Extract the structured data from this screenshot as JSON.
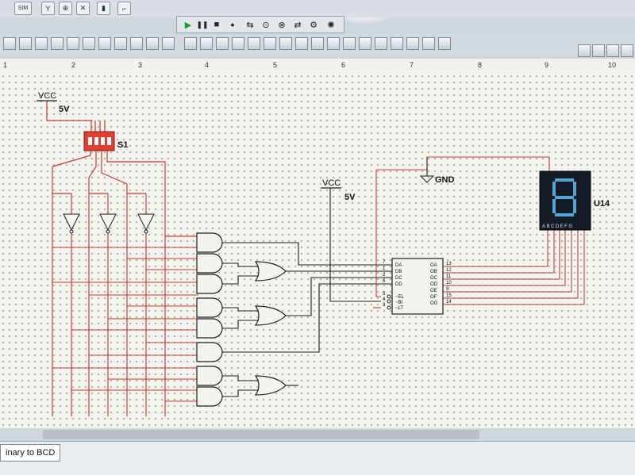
{
  "toolbar": {
    "buttons": [
      "SIM",
      "",
      "",
      "",
      "",
      "",
      ""
    ]
  },
  "simulation": {
    "run": "▶",
    "pause": "❚❚",
    "stop": "■",
    "record": "●"
  },
  "ruler": {
    "marks": [
      "1",
      "2",
      "3",
      "4",
      "5",
      "6",
      "7",
      "8",
      "9",
      "10"
    ]
  },
  "schematic": {
    "vcc1": "VCC",
    "v1": "5V",
    "switch": "S1",
    "vcc2": "VCC",
    "v2": "5V",
    "gnd": "GND",
    "display": "U14",
    "decoder_inputs": [
      "DA",
      "DB",
      "DC",
      "DD",
      "~EL",
      "~BI",
      "~LT"
    ],
    "decoder_in_pins": [
      "7",
      "1",
      "2",
      "6",
      "5",
      "4",
      "3"
    ],
    "decoder_outputs": [
      "OA",
      "OB",
      "OC",
      "OD",
      "OE",
      "OF",
      "OG"
    ],
    "decoder_out_pins": [
      "13",
      "12",
      "11",
      "10",
      "9",
      "15",
      "14"
    ],
    "display_pins": "ABCDEFG"
  },
  "status": {
    "tab_label": "inary to BCD"
  },
  "colors": {
    "wire": "#c83a3a",
    "ink": "#1e1e1e",
    "segment": "#4fa6d9",
    "switch": "#e0402f"
  }
}
